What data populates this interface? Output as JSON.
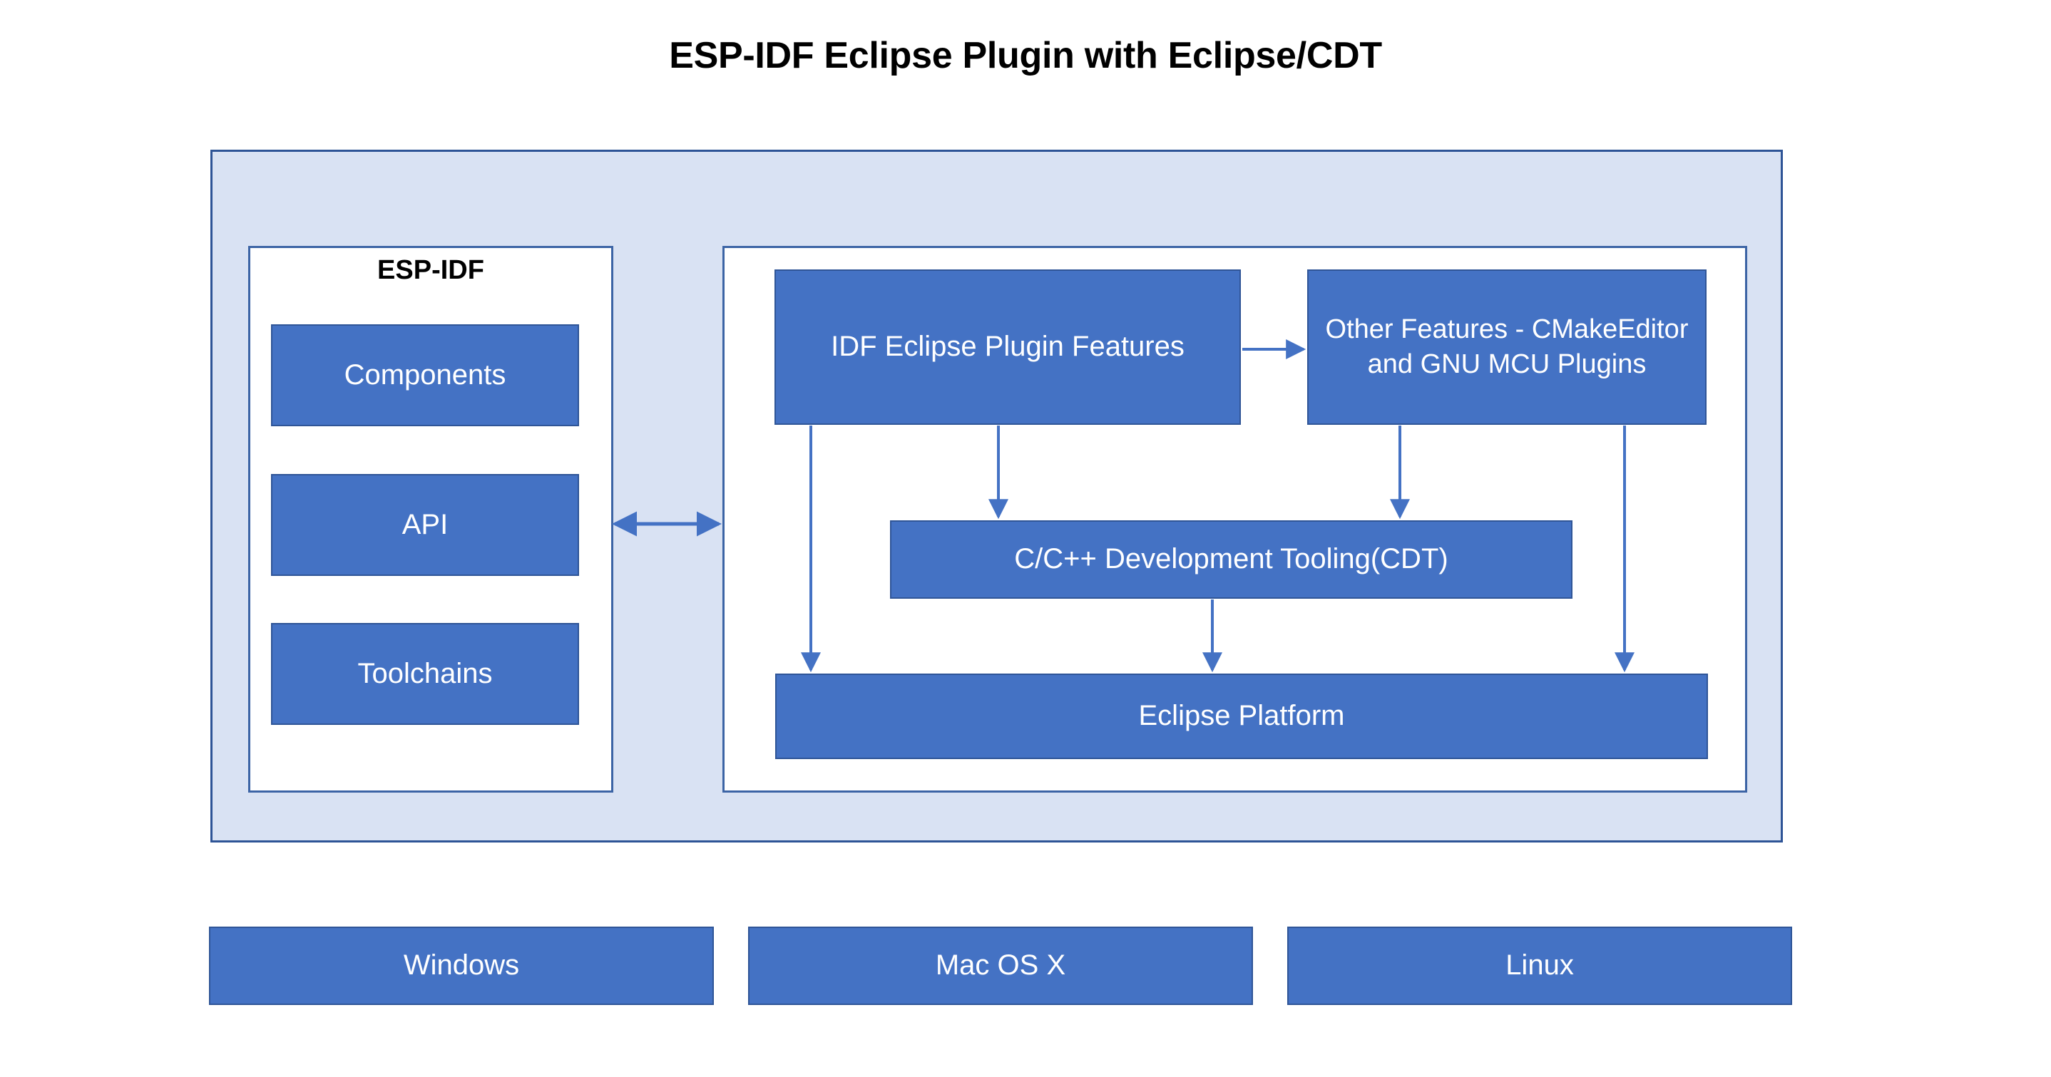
{
  "title": "ESP-IDF Eclipse Plugin with Eclipse/CDT",
  "colors": {
    "node_fill": "#4472C4",
    "node_border": "#2F5597",
    "container_fill": "#D9E2F3",
    "container_border": "#2E5496",
    "panel_fill": "#FFFFFF",
    "panel_border": "#3C64A5",
    "arrow": "#4472C4",
    "text_on_node": "#FFFFFF",
    "title_text": "#000000"
  },
  "esp_idf_panel": {
    "heading": "ESP-IDF",
    "nodes": [
      {
        "label": "Components"
      },
      {
        "label": "API"
      },
      {
        "label": "Toolchains"
      }
    ]
  },
  "eclipse_panel": {
    "nodes": [
      {
        "label": "IDF Eclipse Plugin Features"
      },
      {
        "label": "Other Features - CMakeEditor and GNU MCU Plugins"
      },
      {
        "label": "C/C++ Development Tooling(CDT)"
      },
      {
        "label": "Eclipse Platform"
      }
    ]
  },
  "platforms": [
    {
      "label": "Windows"
    },
    {
      "label": "Mac OS X"
    },
    {
      "label": "Linux"
    }
  ],
  "connections": [
    {
      "from": "IDF Eclipse Plugin Features",
      "to": "Other Features - CMakeEditor and GNU MCU Plugins",
      "style": "single"
    },
    {
      "from": "IDF Eclipse Plugin Features",
      "to": "C/C++ Development Tooling(CDT)",
      "style": "single"
    },
    {
      "from": "IDF Eclipse Plugin Features",
      "to": "Eclipse Platform",
      "style": "single"
    },
    {
      "from": "Other Features - CMakeEditor and GNU MCU Plugins",
      "to": "C/C++ Development Tooling(CDT)",
      "style": "single"
    },
    {
      "from": "Other Features - CMakeEditor and GNU MCU Plugins",
      "to": "Eclipse Platform",
      "style": "single"
    },
    {
      "from": "C/C++ Development Tooling(CDT)",
      "to": "Eclipse Platform",
      "style": "single"
    },
    {
      "from": "ESP-IDF",
      "to": "Eclipse Panel",
      "style": "double"
    }
  ]
}
